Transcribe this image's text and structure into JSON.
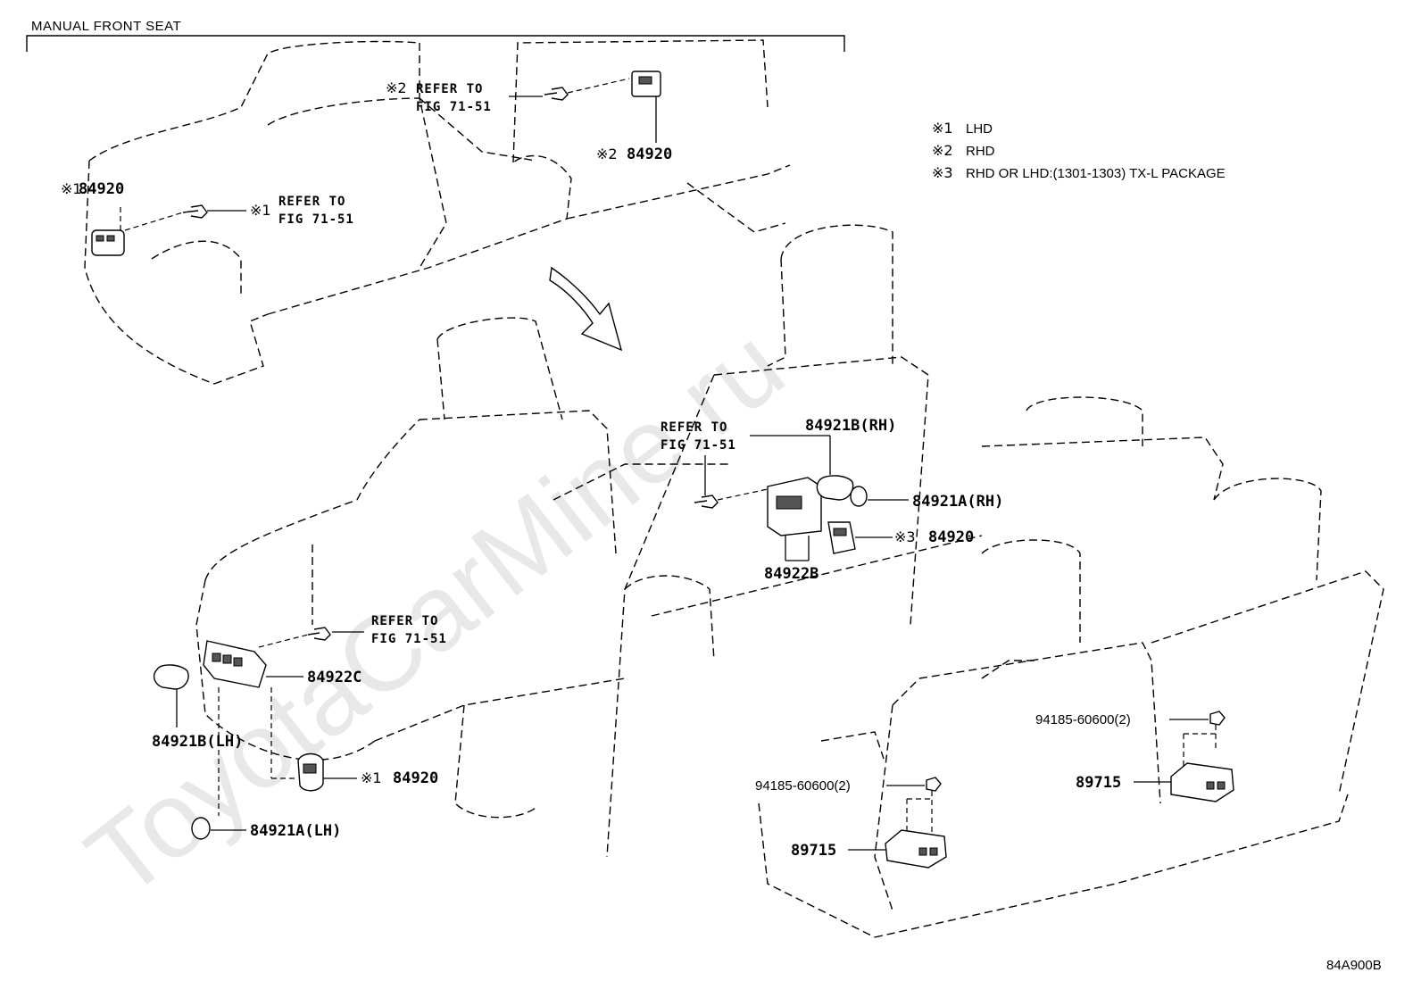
{
  "header": {
    "title": "MANUAL FRONT SEAT"
  },
  "notes": [
    {
      "mark": "※1",
      "text": "LHD"
    },
    {
      "mark": "※2",
      "text": "RHD"
    },
    {
      "mark": "※3",
      "text": "RHD   OR   LHD:(1301-1303) TX-L PACKAGE"
    }
  ],
  "references": {
    "r1_line1": "REFER TO",
    "r1_line2": "FIG 71-51",
    "r2_line1": "REFER TO",
    "r2_line2": "FIG 71-51",
    "r3_line1": "REFER TO",
    "r3_line2": "FIG 71-51",
    "r4_line1": "REFER TO",
    "r4_line2": "FIG 71-51"
  },
  "marks": {
    "m1": "※1",
    "m2": "※2",
    "m3": "※3"
  },
  "parts": {
    "p84920_lhd_upper": "84920",
    "p84920_rhd_upper": "84920",
    "p84921b_rh": "84921B(RH)",
    "p84921a_rh": "84921A(RH)",
    "p84920_tx": "84920",
    "p84922b": "84922B",
    "p84922c": "84922C",
    "p84921b_lh": "84921B(LH)",
    "p84920_lhd_lower": "84920",
    "p84921a_lh": "84921A(LH)",
    "p94185_left": "94185-60600(2)",
    "p94185_right": "94185-60600(2)",
    "p89715_left": "89715",
    "p89715_right": "89715"
  },
  "watermark": "ToyotaCarMine.ru",
  "figure_code": "84A900B"
}
